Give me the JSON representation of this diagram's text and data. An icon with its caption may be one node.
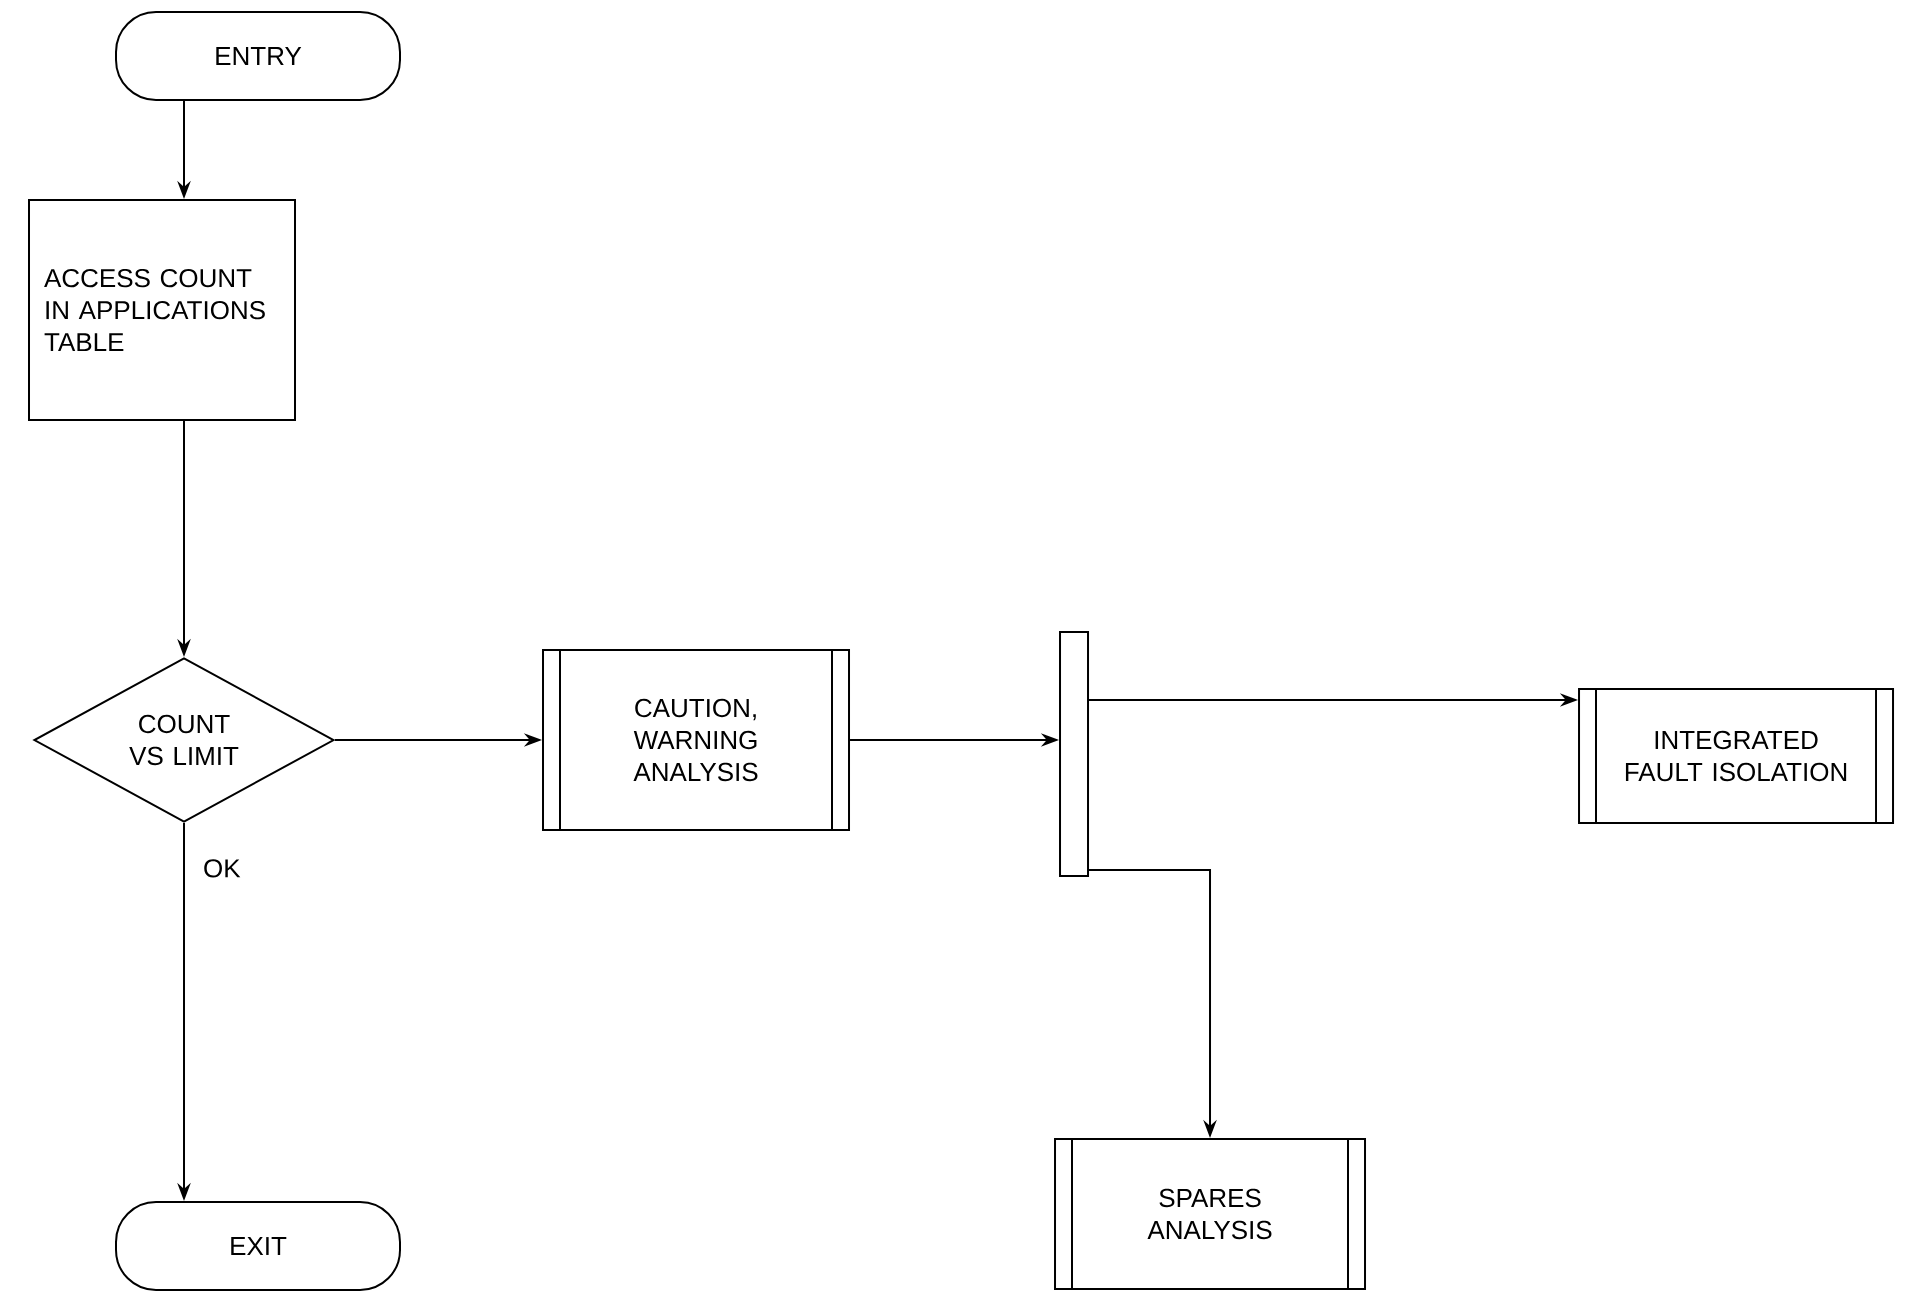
{
  "diagram": {
    "nodes": [
      {
        "text": [
          "ENTRY"
        ]
      },
      {
        "text": [
          "ACCESS COUNT IN APPLICATIONS TABLE"
        ]
      },
      {
        "text": [
          "COUNT VS LIMIT"
        ]
      },
      {
        "text": [
          "EXIT"
        ]
      },
      {
        "text": [
          "CAUTION, WARNING ANALYSIS"
        ]
      },
      {
        "text": [],
        "shape": "bar"
      },
      {
        "text": [
          "INTEGRATED FAULT ISOLATION"
        ]
      },
      {
        "text": [
          "SPARES ANALYSIS"
        ]
      }
    ],
    "edges": [
      {
        "from": 0,
        "to": 1,
        "arrow": "to"
      },
      {
        "from": 1,
        "to": 2,
        "arrow": "to"
      },
      {
        "from": 2,
        "to": 3,
        "arrow": "to",
        "label": "OK"
      },
      {
        "from": 2,
        "to": 4,
        "arrow": "to"
      },
      {
        "from": 4,
        "to": 5,
        "arrow": "to"
      },
      {
        "from": 5,
        "to": 6,
        "arrow": "to"
      },
      {
        "from": 5,
        "to": 7,
        "arrow": "to"
      }
    ]
  }
}
